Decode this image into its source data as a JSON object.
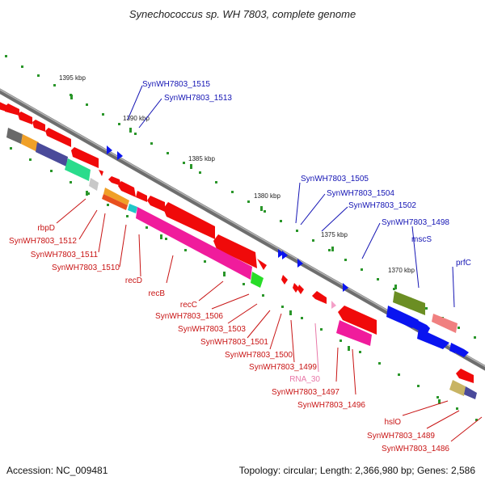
{
  "title": "Synechococcus sp. WH 7803, complete genome",
  "footer": {
    "accession": "Accession: NC_009481",
    "topology": "Topology: circular; Length: 2,366,980 bp; Genes: 2,586"
  },
  "kbp_ticks": [
    "1395 kbp",
    "1390 kbp",
    "1385 kbp",
    "1380 kbp",
    "1375 kbp",
    "1370 kbp"
  ],
  "top_labels": [
    "SynWH7803_1515",
    "SynWH7803_1513",
    "SynWH7803_1505",
    "SynWH7803_1504",
    "SynWH7803_1502",
    "SynWH7803_1498",
    "mscS",
    "prfC"
  ],
  "bottom_labels": [
    "rbpD",
    "SynWH7803_1512",
    "SynWH7803_1511",
    "SynWH7803_1510",
    "recD",
    "recB",
    "recC",
    "SynWH7803_1506",
    "SynWH7803_1503",
    "SynWH7803_1501",
    "SynWH7803_1500",
    "SynWH7803_1499",
    "RNA_30",
    "SynWH7803_1497",
    "SynWH7803_1496",
    "hslO",
    "SynWH7803_1489",
    "SynWH7803_1486"
  ],
  "colors": {
    "forward": "#0a14f0",
    "reverse": "#f00a0a",
    "rna": "#f07cb4",
    "backbone": "#808080",
    "tick_dots": "#2a962a"
  }
}
